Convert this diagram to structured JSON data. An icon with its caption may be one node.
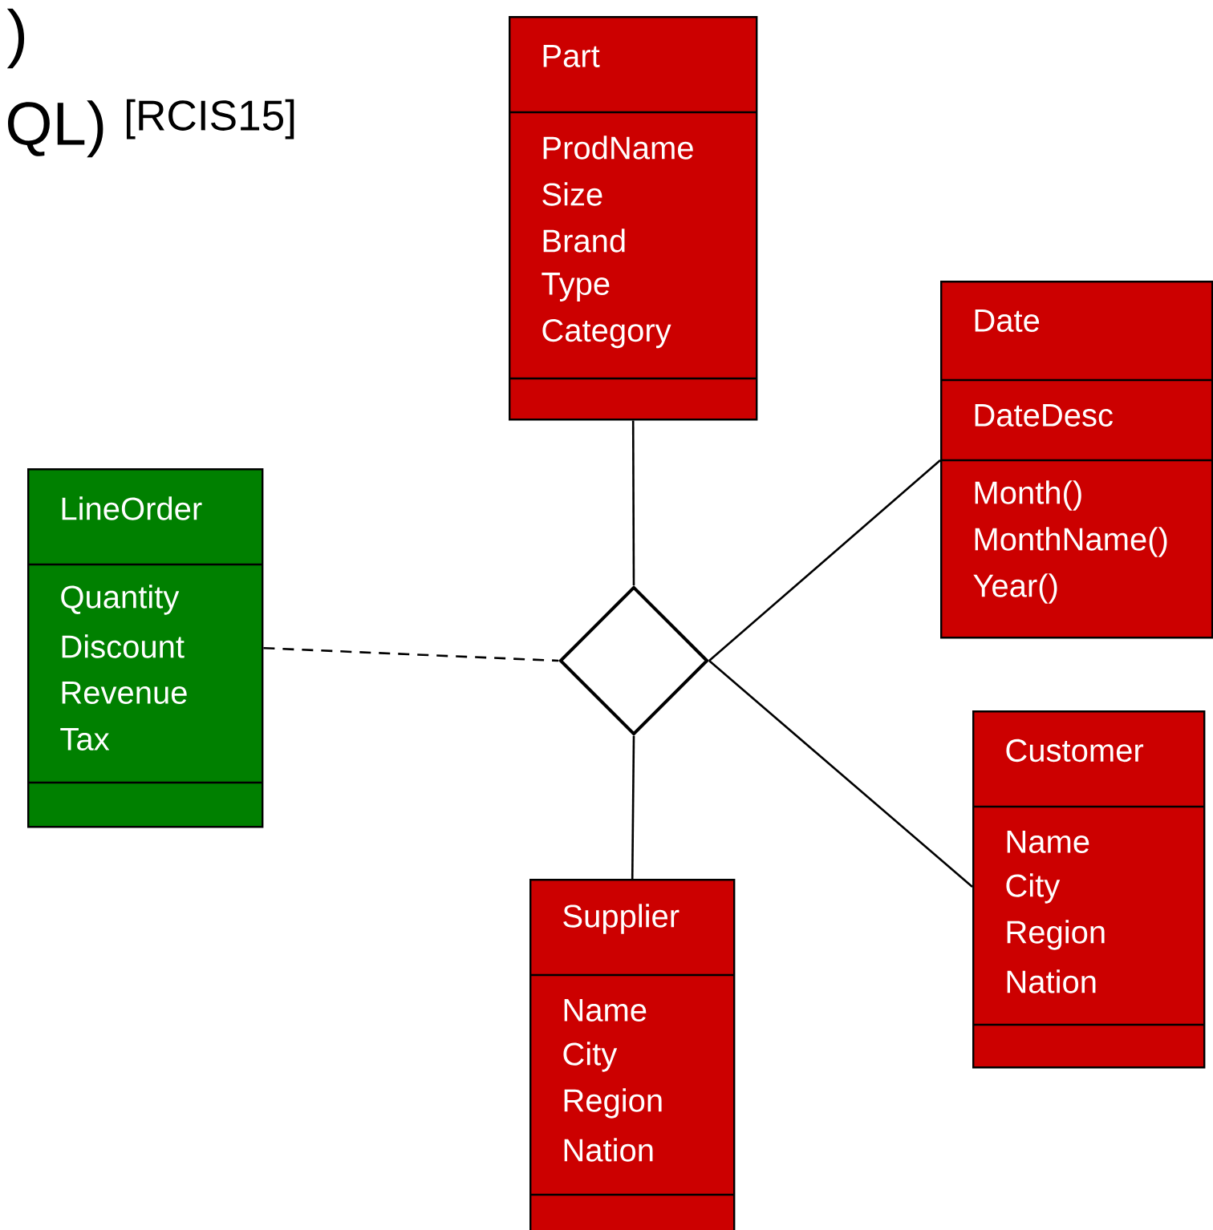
{
  "diagram": {
    "nodes": [
      {
        "text": [
          "Part",
          "ProdName",
          "Size",
          "Brand",
          "Type",
          "Category"
        ]
      },
      {
        "text": [
          "Date",
          "DateDesc",
          "Month()",
          "MonthName()",
          "Year()"
        ]
      },
      {
        "text": [
          "LineOrder",
          "Quantity",
          "Discount",
          "Revenue",
          "Tax"
        ]
      },
      {
        "text": [],
        "shape": "diamond"
      },
      {
        "text": [
          "Customer",
          "Name",
          "City",
          "Region",
          "Nation"
        ]
      },
      {
        "text": [
          "Supplier",
          "Name",
          "City",
          "Region",
          "Nation"
        ]
      }
    ],
    "edges": [
      {
        "from": 3,
        "to": 0,
        "arrow": "none"
      },
      {
        "from": 3,
        "to": 1,
        "arrow": "none"
      },
      {
        "from": 2,
        "to": 3,
        "arrow": "none",
        "style": "dashed"
      },
      {
        "from": 3,
        "to": 4,
        "arrow": "none"
      },
      {
        "from": 3,
        "to": 5,
        "arrow": "none"
      }
    ],
    "labels": [
      ")",
      "QL) $^{[RCIS15]}$"
    ]
  }
}
